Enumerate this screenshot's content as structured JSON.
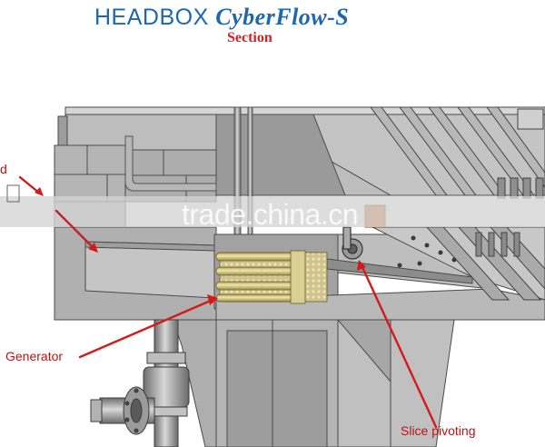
{
  "title": {
    "main_text": "HEADBOX ",
    "italic_text": "CyberFlow-S",
    "subtitle": "Section"
  },
  "labels": {
    "generator": "Generator",
    "slice": "Slice pivoting",
    "cut_left": "d"
  },
  "watermark": "trade.china.cn",
  "colors": {
    "title_blue": "#1e66ad",
    "subtitle_red": "#d51f1f",
    "label_red": "#b01818",
    "steel_light": "#c9c9c9",
    "steel_mid": "#a8a8a8",
    "steel_dark": "#7a7a7a",
    "tube_gold": "#d9c77a",
    "accent_orange": "#d27a32"
  }
}
